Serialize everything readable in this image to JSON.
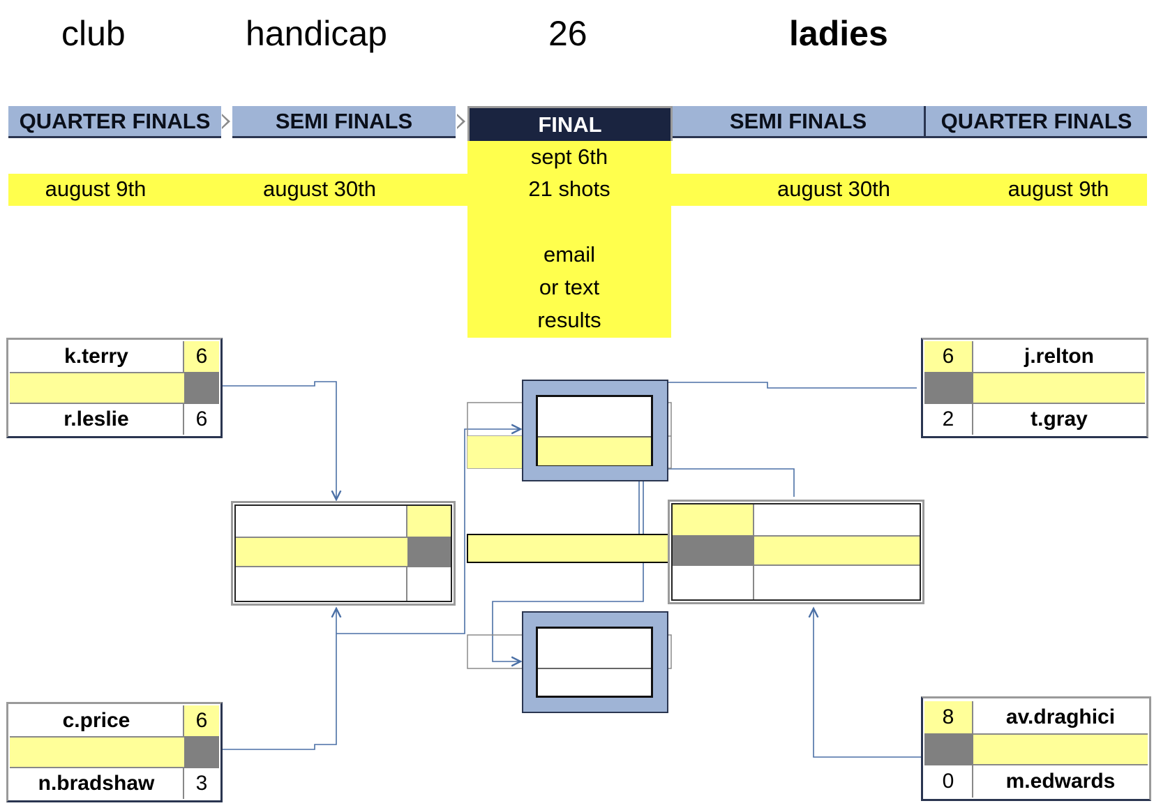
{
  "title": {
    "word1": "club",
    "word2": "handicap",
    "year": "26",
    "category": "ladies"
  },
  "headers": {
    "qf_left": "QUARTER FINALS",
    "sf_left": "SEMI FINALS",
    "final": "FINAL",
    "sf_right": "SEMI FINALS",
    "qf_right": "QUARTER FINALS"
  },
  "dates": {
    "qf_left": "august 9th",
    "sf_left": "august 30th",
    "final_date": "sept 6th",
    "final_shots": "21 shots",
    "sf_right": "august 30th",
    "qf_right": "august 9th"
  },
  "final_note": {
    "line1": "email",
    "line2": "or text",
    "line3": "results"
  },
  "matches": {
    "qf_left_top": {
      "player1": "k.terry",
      "score1": "6",
      "player2": "r.leslie",
      "score2": "6"
    },
    "qf_left_bottom": {
      "player1": "c.price",
      "score1": "6",
      "player2": "n.bradshaw",
      "score2": "3"
    },
    "qf_right_top": {
      "player1": "j.relton",
      "score1": "6",
      "player2": "t.gray",
      "score2": "2"
    },
    "qf_right_bottom": {
      "player1": "av.draghici",
      "score1": "8",
      "player2": "m.edwards",
      "score2": "0"
    }
  },
  "colors": {
    "header_blue": "#9fb4d6",
    "final_header": "#1a2440",
    "date_yellow": "#ffff4d",
    "cell_yellow": "#ffff99",
    "cell_grey": "#808080",
    "connector": "#4a6fa5"
  }
}
